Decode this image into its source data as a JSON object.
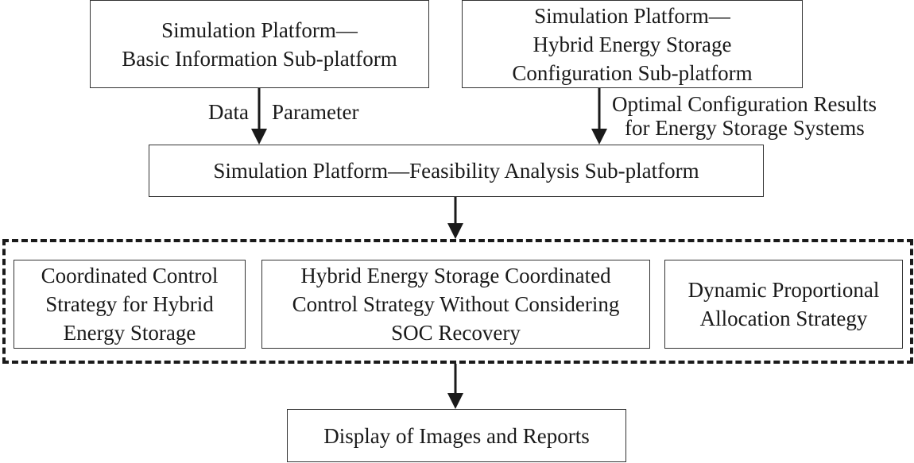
{
  "boxes": {
    "basic_info": {
      "lines": [
        "Simulation Platform—",
        "Basic Information Sub-platform"
      ]
    },
    "hybrid_config": {
      "lines": [
        "Simulation Platform—",
        "Hybrid Energy Storage",
        "Configuration Sub-platform"
      ]
    },
    "feasibility": {
      "lines": [
        "Simulation Platform—Feasibility Analysis Sub-platform"
      ]
    },
    "coordinated_control": {
      "lines": [
        "Coordinated Control",
        "Strategy for Hybrid",
        "Energy Storage"
      ]
    },
    "no_soc_recovery": {
      "lines": [
        "Hybrid Energy Storage Coordinated",
        "Control Strategy Without Considering",
        "SOC Recovery"
      ]
    },
    "dynamic_allocation": {
      "lines": [
        "Dynamic Proportional",
        "Allocation Strategy"
      ]
    },
    "display": {
      "lines": [
        "Display of Images and Reports"
      ]
    }
  },
  "edge_labels": {
    "data": "Data",
    "parameter": "Parameter",
    "optimal_results": [
      "Optimal Configuration Results",
      "for Energy Storage Systems"
    ]
  }
}
